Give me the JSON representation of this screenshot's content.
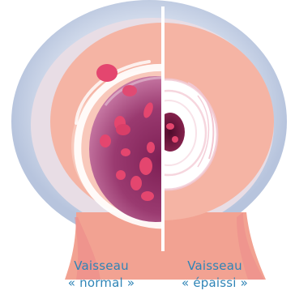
{
  "labels": {
    "left": {
      "line1": "Vaisseau",
      "line2": "« normal »"
    },
    "right": {
      "line1": "Vaisseau",
      "line2": "« épaissi »"
    }
  },
  "colors": {
    "outer_halo": "#c9d3e6",
    "adventitia": "#ecdde3",
    "vessel_wall": "#f5b4a4",
    "wall_shadow": "#ec8a8a",
    "normal_lumen_outer": "#c97ba6",
    "normal_lumen_inner": "#7d1f54",
    "thick_intima": "#ffffff",
    "narrow_lumen": "#6e1440",
    "blood_cells": "#e4466f",
    "divider": "#ffffff",
    "caption_text": "#2f84b6"
  }
}
